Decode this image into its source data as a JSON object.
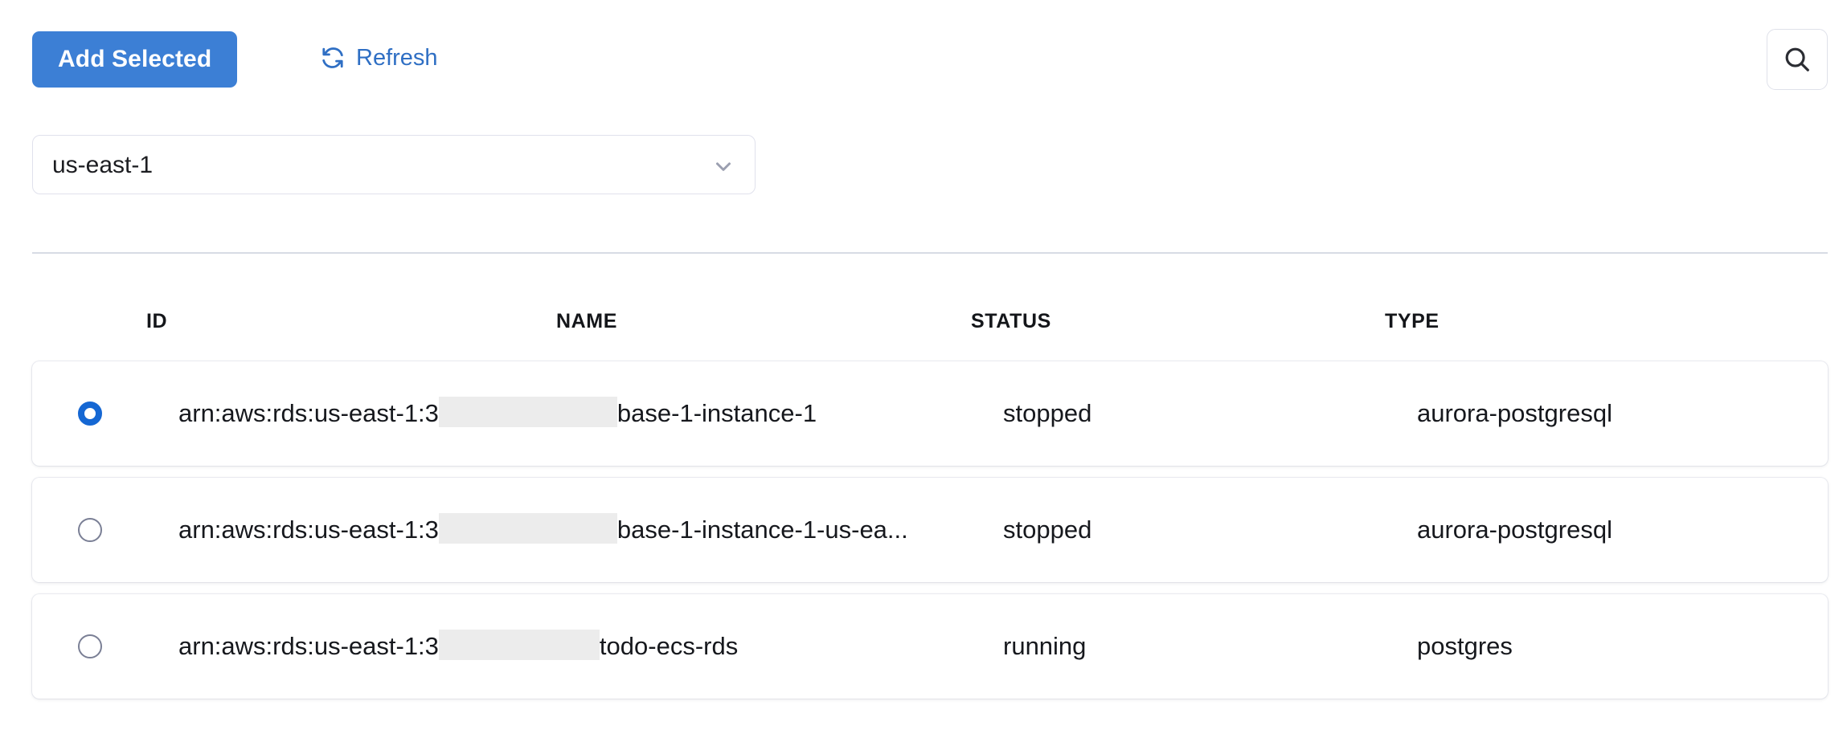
{
  "toolbar": {
    "add_selected_label": "Add Selected",
    "refresh_label": "Refresh",
    "refresh_icon": "refresh-icon",
    "search_icon": "search-icon",
    "accent_color": "#3c7fd5",
    "link_color": "#2f6fc4"
  },
  "region": {
    "selected": "us-east-1",
    "chevron_icon": "chevron-down-icon",
    "options": [
      "us-east-1"
    ]
  },
  "table": {
    "columns": [
      "ID",
      "NAME",
      "STATUS",
      "TYPE"
    ],
    "rows": [
      {
        "selected": true,
        "id_prefix": "arn:aws:rds:us-east-1:3",
        "id_redacted_width": 222,
        "id_suffix": "base-1-instance-1",
        "status": "stopped",
        "type": "aurora-postgresql"
      },
      {
        "selected": false,
        "id_prefix": "arn:aws:rds:us-east-1:3",
        "id_redacted_width": 222,
        "id_suffix": "base-1-instance-1-us-ea...",
        "status": "stopped",
        "type": "aurora-postgresql"
      },
      {
        "selected": false,
        "id_prefix": "arn:aws:rds:us-east-1:3",
        "id_redacted_width": 200,
        "id_suffix": "todo-ecs-rds",
        "status": "running",
        "type": "postgres"
      }
    ]
  }
}
